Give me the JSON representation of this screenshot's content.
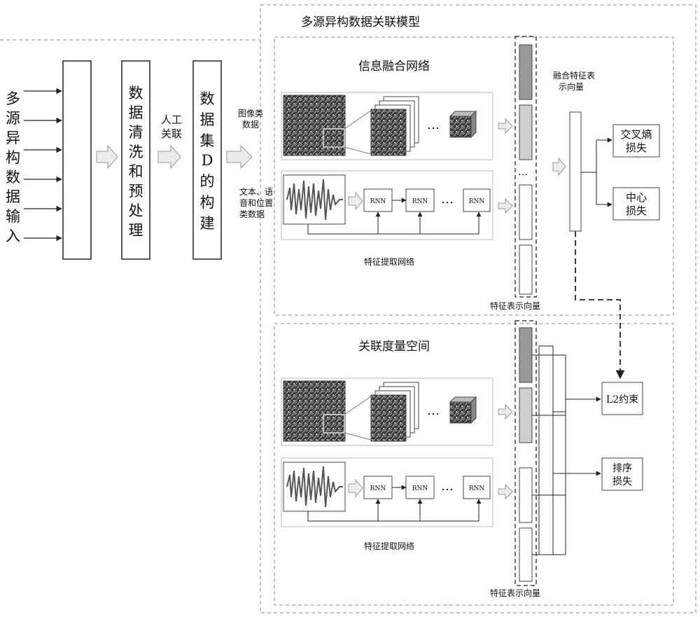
{
  "model_title": "多源异构数据关联模型",
  "input_label": [
    "多",
    "源",
    "异",
    "构",
    "数",
    "据",
    "输",
    "入"
  ],
  "clean_box": [
    "数",
    "据",
    "清",
    "洗",
    "和",
    "预",
    "处",
    "理"
  ],
  "manual_assoc": [
    "人工",
    "关联"
  ],
  "dataset_box": [
    "数",
    "据",
    "集",
    "D",
    "的",
    "构",
    "建"
  ],
  "image_data_label": [
    "图像类",
    "数据"
  ],
  "text_data_label": [
    "文本、语",
    "音和位置",
    "类数据"
  ],
  "fusion": {
    "title": "信息融合网络",
    "rnn": [
      "RNN",
      "RNN",
      "RNN"
    ],
    "dots": "…",
    "feature_net": "特征提取网络",
    "feature_vec": "特征表示向量",
    "fused_vec": [
      "融合特征表",
      "示向量"
    ],
    "loss_ce": [
      "交叉熵",
      "损失"
    ],
    "loss_center": [
      "中心",
      "损失"
    ]
  },
  "metric": {
    "title": "关联度量空间",
    "rnn": [
      "RNN",
      "RNN",
      "RNN"
    ],
    "dots": "…",
    "feature_net": "特征提取网络",
    "feature_vec": "特征表示向量",
    "l2": "L2约束",
    "loss_rank": [
      "排序",
      "损失"
    ]
  },
  "colors": {
    "line": "#333333",
    "dash": "#777777",
    "fill_dark": "#9a9a9a",
    "fill_light": "#cfcfcf",
    "arrow_fill": "#ececec"
  }
}
